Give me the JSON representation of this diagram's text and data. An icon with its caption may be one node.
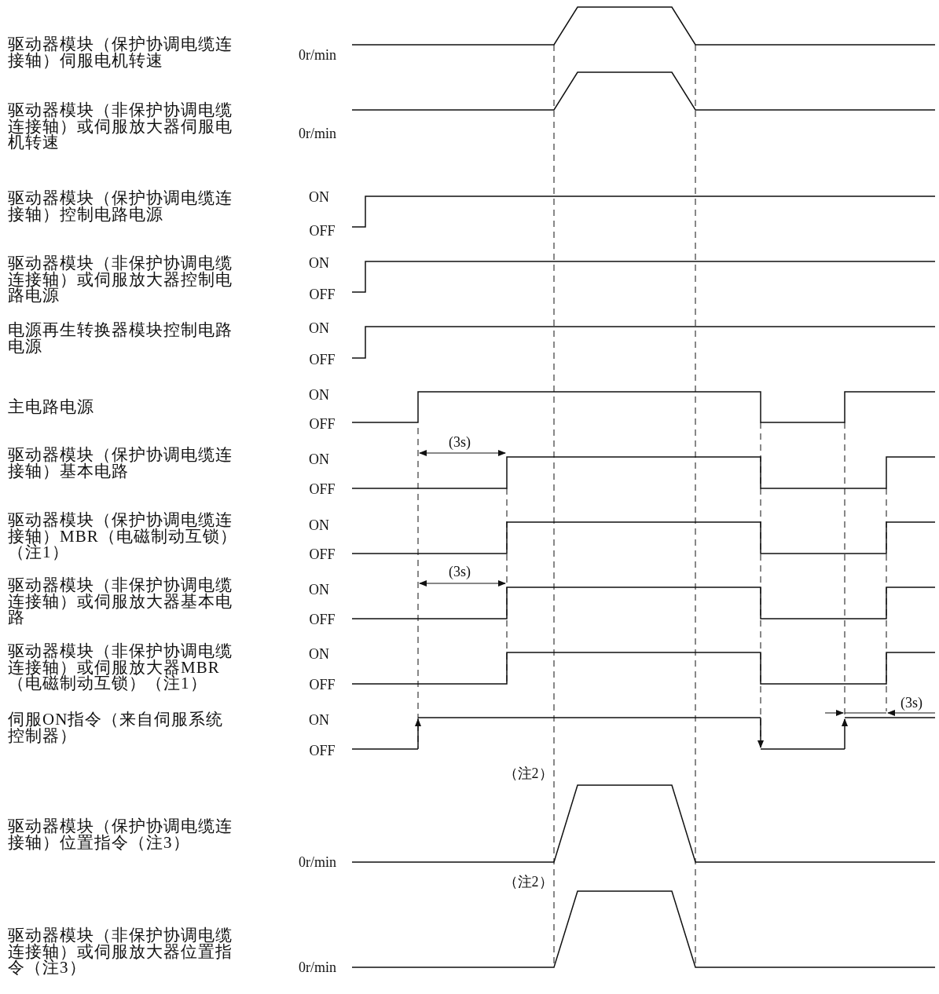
{
  "diagram": {
    "labels": [
      "驱动器模块（保护协调电缆连接轴）伺服电机转速",
      "0r/min",
      "驱动器模块（非保护协调电缆连接轴）或伺服放大器伺服电机转速",
      "0r/min",
      "驱动器模块（保护协调电缆连接轴）控制电路电源",
      "ON",
      "OFF",
      "驱动器模块（非保护协调电缆连接轴）或伺服放大器控制电路电源",
      "ON",
      "OFF",
      "电源再生转换器模块控制电路电源",
      "ON",
      "OFF",
      "主电路电源",
      "ON",
      "OFF",
      "(3s)",
      "驱动器模块（保护协调电缆连接轴）基本电路",
      "ON",
      "OFF",
      "驱动器模块（保护协调电缆连接轴）MBR（电磁制动互锁）（注1）",
      "ON",
      "OFF",
      "(3s)",
      "驱动器模块（非保护协调电缆连接轴）或伺服放大器基本电路",
      "ON",
      "OFF",
      "驱动器模块（非保护协调电缆连接轴）或伺服放大器MBR（电磁制动互锁）（注1）",
      "ON",
      "OFF",
      "(3s)",
      "伺服ON指令（来自伺服系统控制器）",
      "ON",
      "OFF",
      "（注2）",
      "驱动器模块（保护协调电缆连接轴）位置指令（注3）",
      "0r/min",
      "（注2）",
      "驱动器模块（非保护协调电缆连接轴）或伺服放大器位置指令（注3）",
      "0r/min"
    ]
  }
}
